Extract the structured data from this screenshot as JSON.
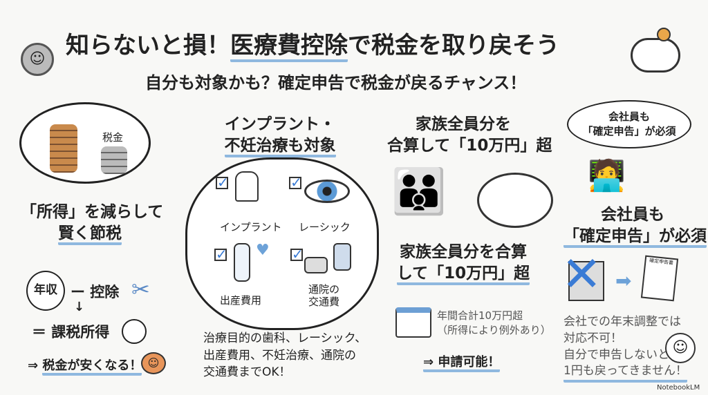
{
  "header": {
    "title_pre": "知らないと損！",
    "title_main": "医療費控除",
    "title_post": "で税金を取り戻そう",
    "subtitle": "自分も対象かも？確定申告で税金が戻るチャンス！"
  },
  "left": {
    "cloud_label": "税金",
    "heading_l1": "「所得」を減らして",
    "heading_l2": "賢く節税",
    "bag_label": "年収",
    "minus_deduction": "ー 控除",
    "arrow_down": "↓",
    "taxable": "＝ 課税所得",
    "result_arrow": "⇒",
    "result": "税金が安くなる！"
  },
  "center": {
    "heading_l1": "インプラント・",
    "heading_l2": "不妊治療も対象",
    "items": [
      {
        "label": "インプラント"
      },
      {
        "label": "レーシック"
      },
      {
        "label": "出産費用"
      },
      {
        "label": "通院の\n交通費"
      }
    ],
    "check": "✓",
    "note_l1": "治療目的の歯科、レーシック、",
    "note_l2": "出産費用、不妊治療、通院の",
    "note_l3": "交通費までOK！"
  },
  "family": {
    "heading_top_l1": "家族全員分を",
    "heading_top_l2": "合算して「10万円」超",
    "heading_l1": "家族全員分を合算",
    "heading_l2": "して「10万円」超",
    "detail_l1": "年間合計10万円超",
    "detail_l2": "（所得により例外あり）",
    "result": "⇒ 申請可能！"
  },
  "right": {
    "bubble_l1": "会社員も",
    "bubble_l2": "「確定申告」が必須",
    "heading_l1": "会社員も",
    "heading_l2": "「確定申告」が必須",
    "form_label": "確定申告書",
    "note_l1": "会社での年末調整では",
    "note_l2": "対応不可！",
    "note_l3": "自分で申告しないと",
    "note_l4": "1円も戻ってきません！"
  },
  "footer": {
    "brand": "NotebookLM"
  },
  "colors": {
    "accent": "#8fb8df",
    "blue": "#3a7bd5",
    "orange": "#e8955a"
  }
}
